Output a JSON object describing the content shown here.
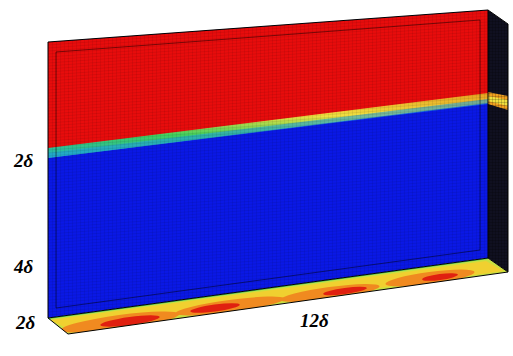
{
  "diagram": {
    "labels": [
      "2δ",
      "4δ",
      "2δ",
      "12δ"
    ]
  }
}
